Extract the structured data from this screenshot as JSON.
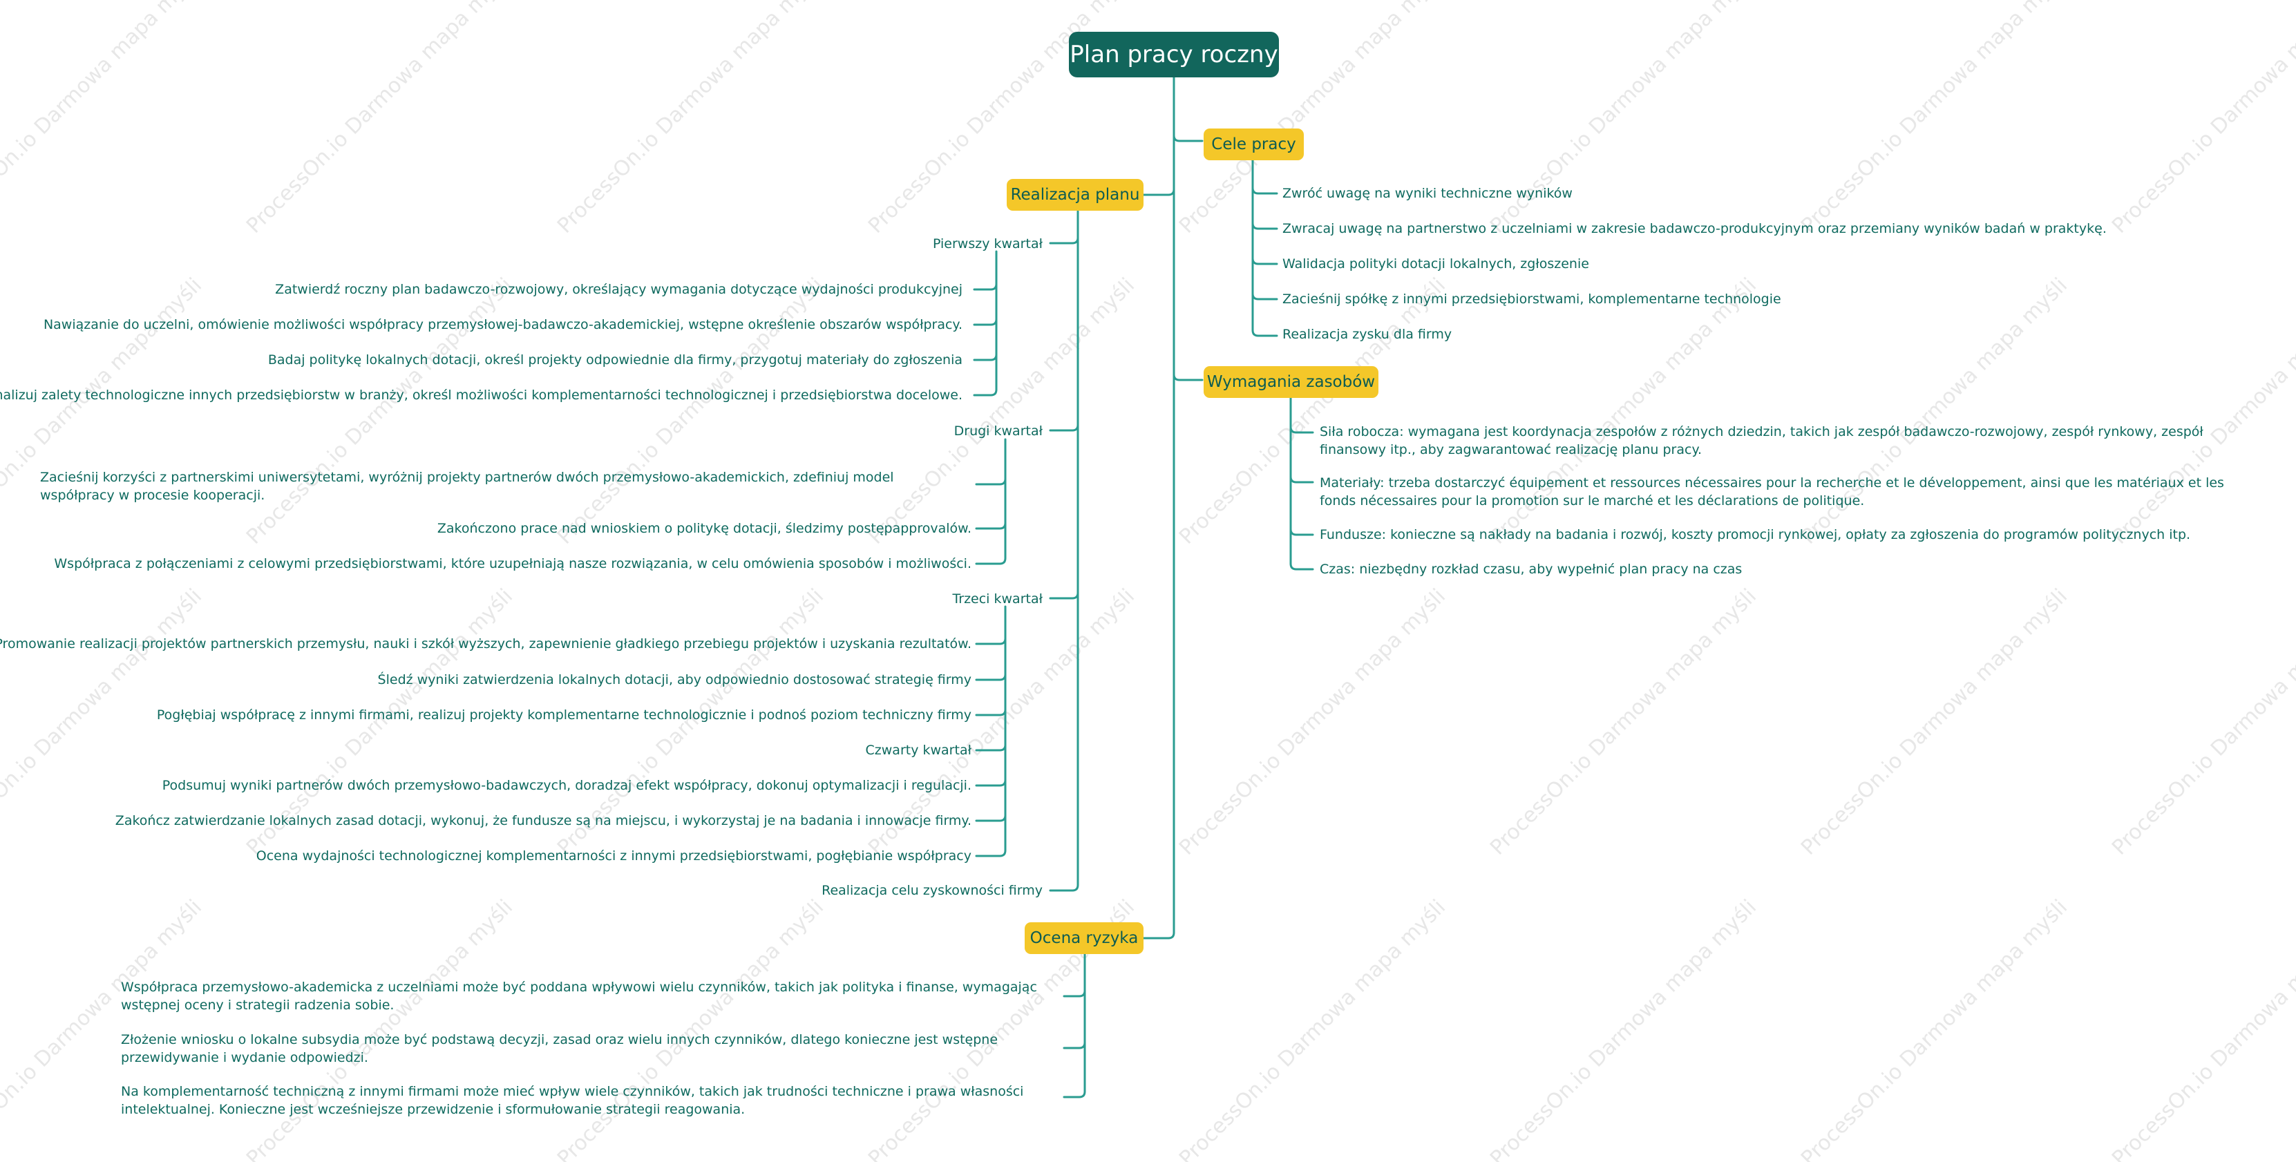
{
  "root": "Plan pracy roczny",
  "watermark": "ProcessOn.io Darmowa mapa myśli",
  "colors": {
    "root_bg": "#12665c",
    "branch_bg": "#f4c729",
    "line": "#2a9c90",
    "text": "#0f6a5f"
  },
  "cele": {
    "title": "Cele pracy",
    "items": [
      "Zwróć uwagę na wyniki techniczne wyników",
      "Zwracaj uwagę na partnerstwo z uczelniami w zakresie badawczo-produkcyjnym oraz przemiany wyników badań w praktykę.",
      "Walidacja polityki dotacji lokalnych, zgłoszenie",
      "Zacieśnij spółkę z innymi przedsiębiorstwami, komplementarne technologie",
      "Realizacja zysku dla firmy"
    ]
  },
  "zasoby": {
    "title": "Wymagania zasobów",
    "items": [
      "Siła robocza: wymagana jest koordynacja zespołów z różnych dziedzin, takich jak zespół badawczo-rozwojowy, zespół rynkowy, zespół finansowy itp., aby zagwarantować realizację planu pracy.",
      "Materiały: trzeba dostarczyć équipement et ressources nécessaires pour la recherche et le développement, ainsi que les matériaux et les fonds nécessaires pour la promotion sur le marché et les déclarations de politique.",
      "Fundusze: konieczne są nakłady na badania i rozwój, koszty promocji rynkowej, opłaty za zgłoszenia do programów politycznych itp.",
      "Czas: niezbędny rozkład czasu, aby wypełnić plan pracy na czas"
    ]
  },
  "realizacja": {
    "title": "Realizacja planu",
    "q1": {
      "title": "Pierwszy kwartał",
      "items": [
        "Zatwierdź roczny plan badawczo-rozwojowy, określający wymagania dotyczące wydajności produkcyjnej",
        "Nawiązanie do uczelni, omówienie możliwości współpracy przemysłowej-badawczo-akademickiej, wstępne określenie obszarów współpracy.",
        "Badaj politykę lokalnych dotacji, określ projekty odpowiednie dla firmy, przygotuj materiały do zgłoszenia",
        "Analizuj zalety technologiczne innych przedsiębiorstw w branży, określ możliwości komplementarności technologicznej i przedsiębiorstwa docelowe."
      ]
    },
    "q2": {
      "title": "Drugi kwartał",
      "items": [
        "Zacieśnij korzyści z partnerskimi uniwersytetami, wyróżnij projekty partnerów dwóch przemysłowo-akademickich, zdefiniuj model współpracy w procesie kooperacji.",
        "Zakończono prace nad wnioskiem o politykę dotacji, śledzimy postępapprovalów.",
        "Współpraca z połączeniami z celowymi przedsiębiorstwami, które uzupełniają nasze rozwiązania, w celu omówienia sposobów i możliwości."
      ]
    },
    "q3": {
      "title": "Trzeci kwartał",
      "items": [
        "Promowanie realizacji projektów partnerskich przemysłu, nauki i szkół wyższych, zapewnienie gładkiego przebiegu projektów i uzyskania rezultatów.",
        "Śledź wyniki zatwierdzenia lokalnych dotacji, aby odpowiednio dostosować strategię firmy",
        "Pogłębiaj współpracę z innymi firmami, realizuj projekty komplementarne technologicznie i podnoś poziom techniczny firmy",
        "Czwarty kwartał",
        "Podsumuj wyniki partnerów dwóch przemysłowo-badawczych, doradzaj efekt współpracy, dokonuj optymalizacji i regulacji.",
        "Zakończ zatwierdzanie lokalnych zasad dotacji, wykonuj, że fundusze są na miejscu, i wykorzystaj je na badania i innowacje firmy.",
        "Ocena wydajności technologicznej komplementarności z innymi przedsiębiorstwami, pogłębianie współpracy"
      ]
    },
    "last": "Realizacja celu zyskowności firmy"
  },
  "ryzyko": {
    "title": "Ocena ryzyka",
    "items": [
      "Współpraca przemysłowo-akademicka z uczelniami może być poddana wpływowi wielu czynników, takich jak polityka i finanse, wymagając wstępnej oceny i strategii radzenia sobie.",
      "Złożenie wniosku o lokalne subsydia może być podstawą decyzji, zasad oraz wielu innych czynników, dlatego konieczne jest wstępne przewidywanie i wydanie odpowiedzi.",
      "Na komplementarność techniczną z innymi firmami może mieć wpływ wiele czynników, takich jak trudności techniczne i prawa własności intelektualnej. Konieczne jest wcześniejsze przewidzenie i sformułowanie strategii reagowania."
    ]
  }
}
